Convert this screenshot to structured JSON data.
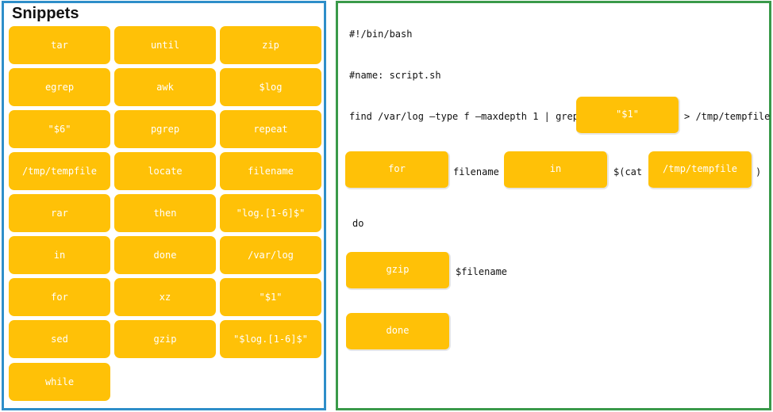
{
  "snippets": {
    "title": "Snippets",
    "items": [
      "tar",
      "until",
      "zip",
      "egrep",
      "awk",
      "$log",
      "\"$6\"",
      "pgrep",
      "repeat",
      "/tmp/tempfile",
      "locate",
      "filename",
      "rar",
      "then",
      "\"log.[1-6]$\"",
      "in",
      "done",
      "/var/log",
      "for",
      "xz",
      "\"$1\"",
      "sed",
      "gzip",
      "\"$log.[1-6]$\"",
      "while"
    ]
  },
  "script": {
    "line1": "#!/bin/bash",
    "line2": "#name: script.sh",
    "line3_prefix": "find /var/log –type f –maxdepth 1 | grep",
    "line3_slot": "\"$1\"",
    "line3_suffix": "> /tmp/tempfile",
    "line4_slot1": "for",
    "line4_text1": "filename",
    "line4_slot2": "in",
    "line4_text2": "$(cat",
    "line4_slot3": "/tmp/tempfile",
    "line4_text3": ")",
    "line5": "do",
    "line6_slot": "gzip",
    "line6_text": "$filename",
    "line7_slot": "done"
  }
}
